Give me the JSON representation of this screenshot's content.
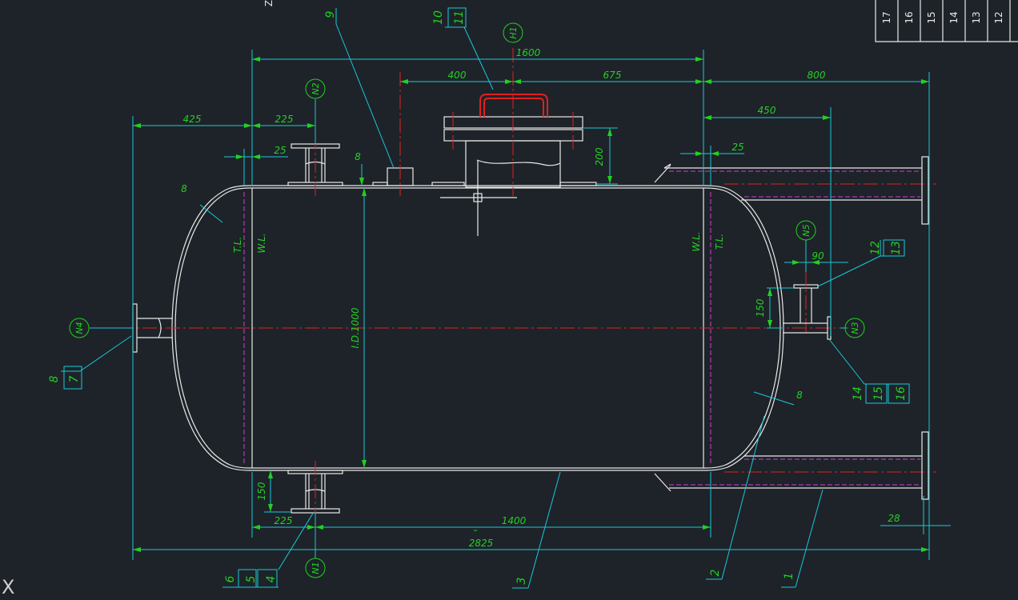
{
  "corner_text": "Z",
  "axis_glyph": "X",
  "dimensions": {
    "overall_length": "2825",
    "overall_prefix": "˜",
    "length_between_wl": "1600",
    "cylinder_length": "1400",
    "nozzle_n2_offset": "400",
    "manhole_to_right": "675",
    "right_nozzle_ext": "800",
    "right_pipe_len": "450",
    "left_end_ext": "425",
    "nozzle_top_offset": "225",
    "nozzle_bottom_offset": "225",
    "small_25_left": "25",
    "small_25_right": "25",
    "manhole_height": "200",
    "bottom_nozzle_height": "150",
    "n5_height": "150",
    "n5_offset": "90",
    "flange_thk": "28",
    "inner_diameter": "I.D.1000",
    "thk_left": "8",
    "thk_right": "8",
    "thk_top": "8"
  },
  "lines": {
    "tl": "T.L.",
    "wl": "W.L."
  },
  "nozzles": {
    "h1": "H1",
    "n1": "N1",
    "n2": "N2",
    "n3": "N3",
    "n4": "N4",
    "n5": "N5"
  },
  "parts": {
    "p1": "1",
    "p2": "2",
    "p3": "3",
    "p4": "4",
    "p5": "5",
    "p6": "6",
    "p7": "7",
    "p8": "8",
    "p9": "9",
    "p10": "10",
    "p11": "11",
    "p12": "12",
    "p13": "13",
    "p14": "14",
    "p15": "15",
    "p16": "16"
  },
  "title_block": [
    "17",
    "16",
    "15",
    "14",
    "13",
    "12"
  ]
}
